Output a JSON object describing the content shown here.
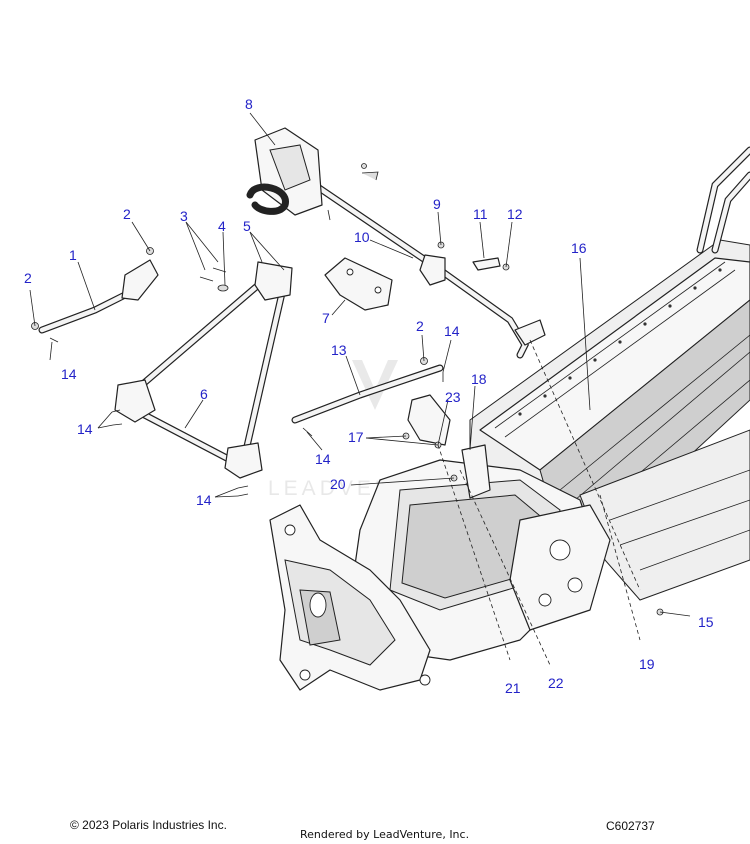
{
  "callouts": [
    {
      "id": "c1",
      "text": "1"
    },
    {
      "id": "c2a",
      "text": "2"
    },
    {
      "id": "c2b",
      "text": "2"
    },
    {
      "id": "c2c",
      "text": "2"
    },
    {
      "id": "c3",
      "text": "3"
    },
    {
      "id": "c4",
      "text": "4"
    },
    {
      "id": "c5",
      "text": "5"
    },
    {
      "id": "c6",
      "text": "6"
    },
    {
      "id": "c7",
      "text": "7"
    },
    {
      "id": "c8",
      "text": "8"
    },
    {
      "id": "c9",
      "text": "9"
    },
    {
      "id": "c10",
      "text": "10"
    },
    {
      "id": "c11",
      "text": "11"
    },
    {
      "id": "c12",
      "text": "12"
    },
    {
      "id": "c13",
      "text": "13"
    },
    {
      "id": "c14a",
      "text": "14"
    },
    {
      "id": "c14b",
      "text": "14"
    },
    {
      "id": "c14c",
      "text": "14"
    },
    {
      "id": "c14d",
      "text": "14"
    },
    {
      "id": "c14e",
      "text": "14"
    },
    {
      "id": "c15",
      "text": "15"
    },
    {
      "id": "c16",
      "text": "16"
    },
    {
      "id": "c17",
      "text": "17"
    },
    {
      "id": "c18",
      "text": "18"
    },
    {
      "id": "c19",
      "text": "19"
    },
    {
      "id": "c20",
      "text": "20"
    },
    {
      "id": "c21",
      "text": "21"
    },
    {
      "id": "c22",
      "text": "22"
    },
    {
      "id": "c23",
      "text": "23"
    }
  ],
  "footer": {
    "copyright": "© 2023 Polaris Industries Inc.",
    "rendered_by": "Rendered by LeadVenture, Inc.",
    "part_code": "C602737"
  },
  "watermark": "LEADVENTURE"
}
